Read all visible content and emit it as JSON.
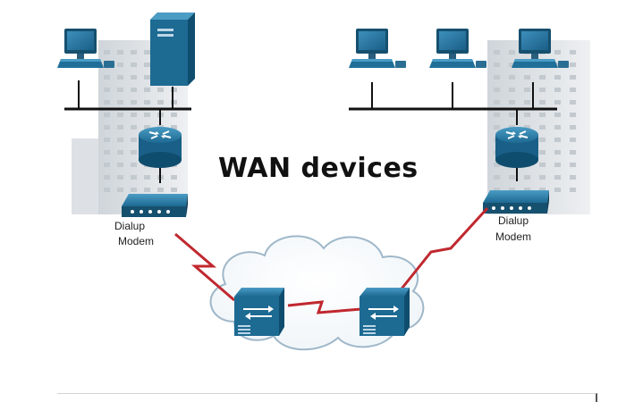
{
  "diagram": {
    "title": "WAN devices",
    "left_site": {
      "modem_label_line1": "Dialup",
      "modem_label_line2": "Modem"
    },
    "right_site": {
      "modem_label_line1": "Dialup",
      "modem_label_line2": "Modem"
    }
  },
  "icons": {
    "pc": "desktop-computer-icon",
    "server": "tower-server-icon",
    "router": "router-icon",
    "modem": "dialup-modem-icon",
    "wan_switch": "wan-switch-icon",
    "cloud": "wan-cloud-icon",
    "building": "office-building-icon"
  },
  "colors": {
    "device_blue": "#1f6f99",
    "device_dark": "#0f4d6e",
    "wan_link": "#c0282f",
    "lan_line": "#111111",
    "building": "#e3e6e9",
    "cloud_stroke": "#9fb7c9"
  }
}
